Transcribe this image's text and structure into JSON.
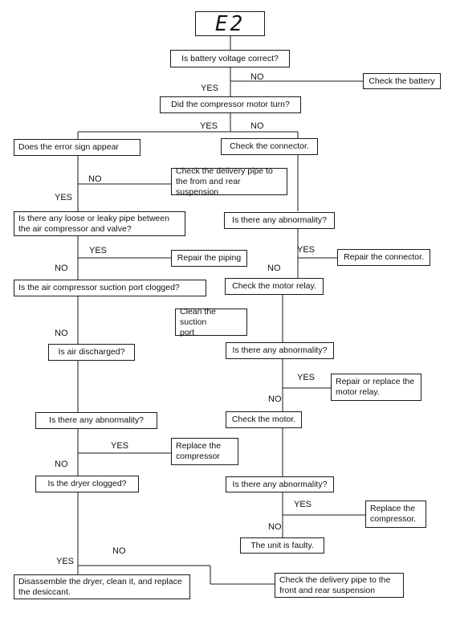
{
  "error_code": "E2",
  "nodes": {
    "battery_q": "Is battery voltage correct?",
    "check_battery": "Check the battery",
    "motor_q": "Did the compressor motor turn?",
    "error_sign_q": "Does the error sign appear",
    "check_connector": "Check the connector.",
    "check_delivery_pipe_1": "Check the delivery pipe to\nthe from and rear suspension",
    "loose_pipe_q": "Is there any loose or leaky pipe between\nthe air compressor and valve?",
    "abnormality_q1": "Is there any abnormality?",
    "repair_piping": "Repair the piping",
    "repair_connector": "Repair the connector.",
    "suction_port_q": "Is the air compressor suction port clogged?",
    "check_motor_relay": "Check the motor relay.",
    "clean_suction": "Clean the suction\nport",
    "air_discharged_q": "Is air discharged?",
    "abnormality_q2": "Is there any abnormality?",
    "repair_relay": "Repair or replace the\nmotor relay.",
    "abnormality_q3": "Is there any abnormality?",
    "check_motor": "Check the motor.",
    "replace_compressor_1": "Replace the\ncompressor",
    "dryer_q": "Is the dryer clogged?",
    "abnormality_q4": "Is there any abnormality?",
    "replace_compressor_2": "Replace the\ncompressor.",
    "unit_faulty": "The unit is faulty.",
    "disassemble_dryer": "Disassemble the dryer, clean it, and replace\nthe desiccant.",
    "check_delivery_pipe_2": "Check the delivery pipe to the\nfront and rear suspension"
  },
  "labels": {
    "yes": "YES",
    "no": "NO"
  }
}
